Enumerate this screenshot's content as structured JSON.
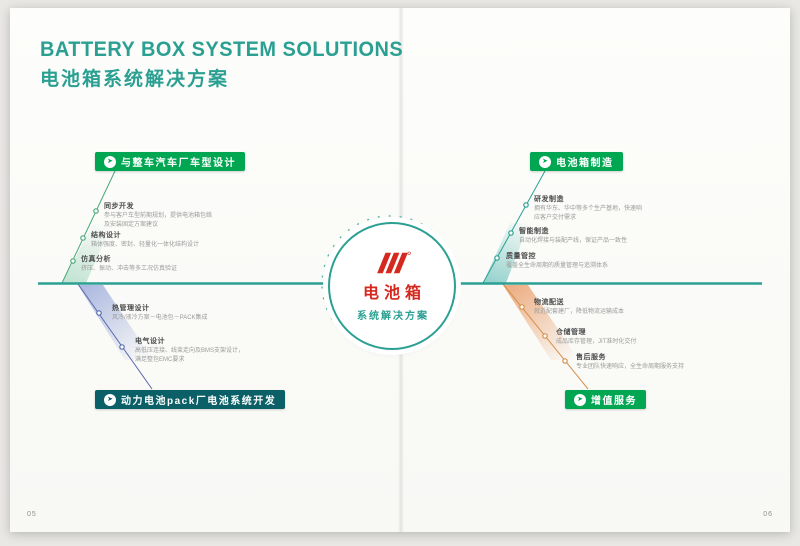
{
  "header": {
    "title_en": "BATTERY BOX SYSTEM SOLUTIONS",
    "title_zh": "电池箱系统解决方案"
  },
  "icons": {
    "arrow": "➤"
  },
  "colors": {
    "teal": "#2BA092",
    "green": "#00A651",
    "dark_teal": "#0B5F66",
    "red": "#D5281E",
    "blue_band": "#8E9FD6",
    "orange_band": "#E8965F"
  },
  "center": {
    "logo": "red-slash-logo",
    "line1": "电池箱",
    "line2": "系统解决方案"
  },
  "branches": {
    "top_left": {
      "label": "与整车汽车厂车型设计",
      "items": [
        {
          "title": "同步开发",
          "lines": [
            "参与客户车型前期规划，提供电池箱包络",
            "及安装固定方案建议"
          ]
        },
        {
          "title": "结构设计",
          "lines": [
            "箱体强度、密封、轻量化一体化结构设计",
            ""
          ]
        },
        {
          "title": "仿真分析",
          "lines": [
            "挤压、振动、冲击等多工况仿真验证",
            ""
          ]
        }
      ]
    },
    "top_right": {
      "label": "电池箱制造",
      "items": [
        {
          "title": "研发制造",
          "lines": [
            "拥有华东、华中等多个生产基地，快速响",
            "应客户交付需求"
          ]
        },
        {
          "title": "智能制造",
          "lines": [
            "自动化焊接与装配产线，保证产品一致性",
            ""
          ]
        },
        {
          "title": "质量管控",
          "lines": [
            "覆盖全生命周期的质量管理与追溯体系",
            ""
          ]
        }
      ]
    },
    "bottom_left": {
      "label": "动力电池pack厂电池系统开发",
      "items": [
        {
          "title": "热管理设计",
          "lines": [
            "风冷/液冷方案－电池包－PACK集成",
            ""
          ]
        },
        {
          "title": "电气设计",
          "lines": [
            "高低压连接、线束走向及BMS支架设计，",
            "满足整包EMC要求"
          ]
        }
      ]
    },
    "bottom_right": {
      "label": "增值服务",
      "items": [
        {
          "title": "物流配送",
          "lines": [
            "就近配套建厂，降低物流运输成本",
            ""
          ]
        },
        {
          "title": "仓储管理",
          "lines": [
            "成品库存管理，JIT准时化交付",
            ""
          ]
        },
        {
          "title": "售后服务",
          "lines": [
            "专业团队快速响应，全生命周期服务支持",
            ""
          ]
        }
      ]
    }
  },
  "footer": {
    "page_left": "05",
    "page_right": "06"
  }
}
